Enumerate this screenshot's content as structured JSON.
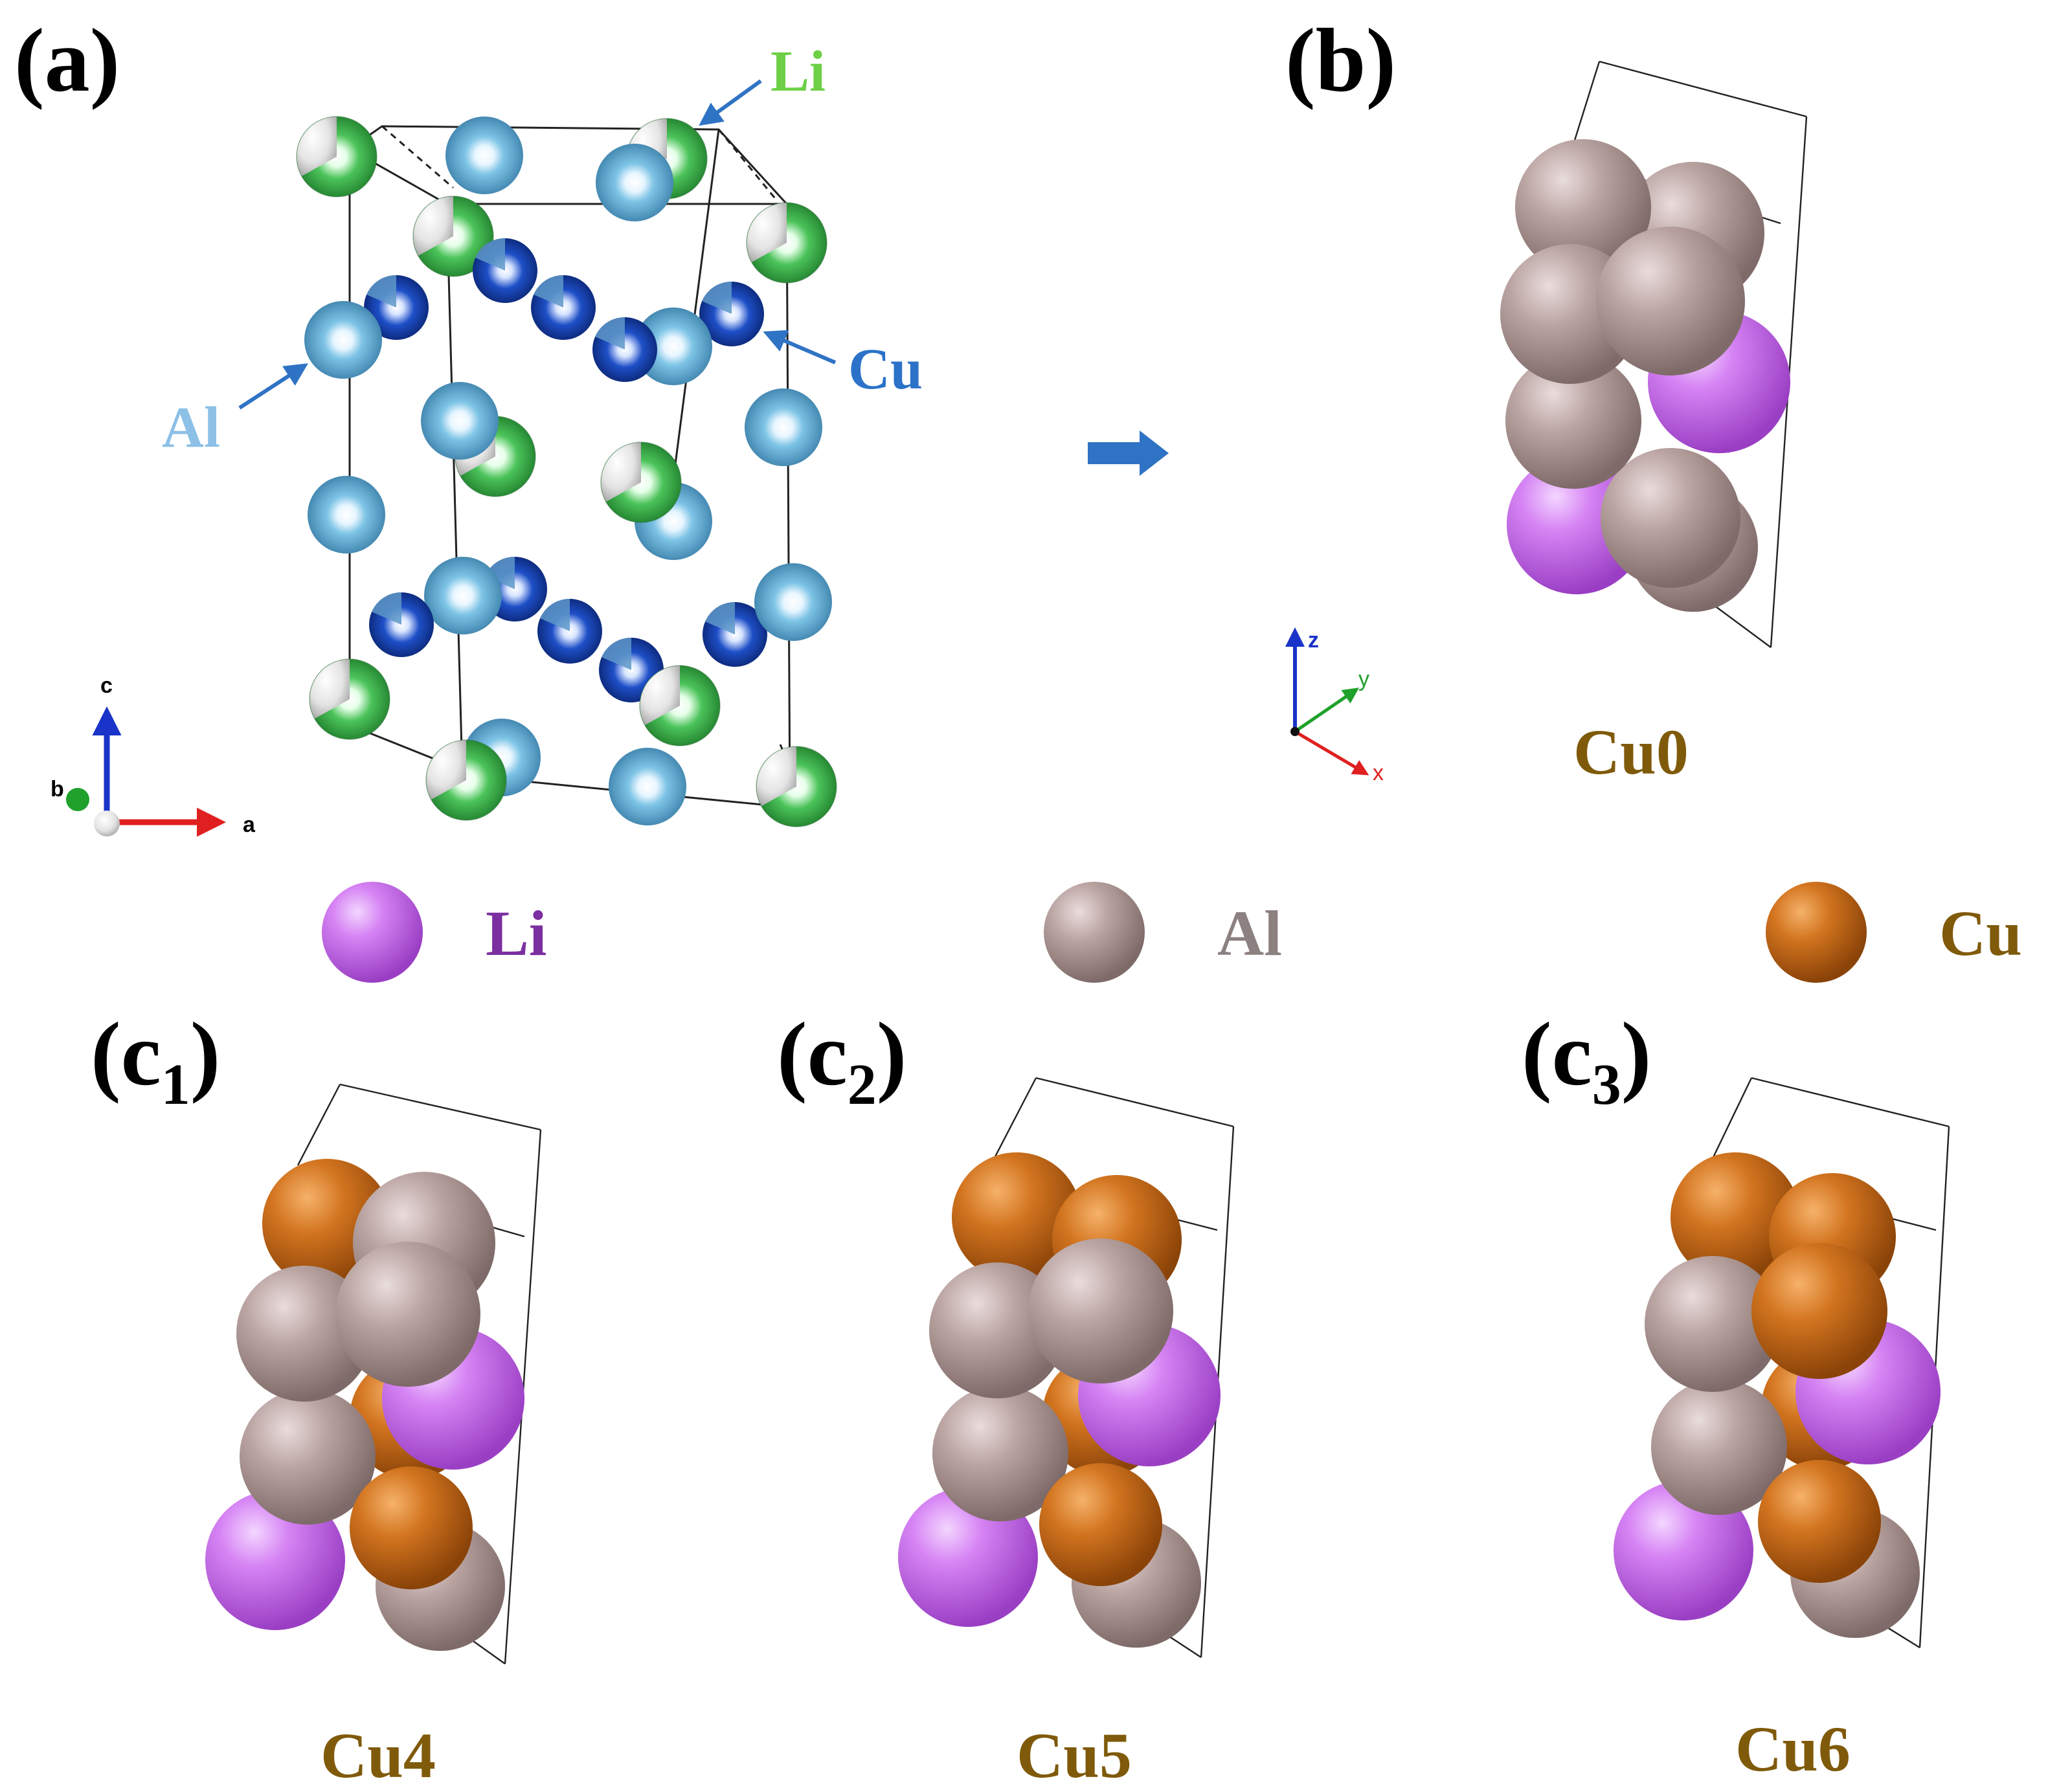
{
  "panels": {
    "a": {
      "label": "(a)"
    },
    "b": {
      "label": "(b)",
      "name": "Cu0"
    },
    "c1": {
      "label_main": "(c",
      "label_sub": "1",
      "label_close": ")",
      "name": "Cu4"
    },
    "c2": {
      "label_main": "(c",
      "label_sub": "2",
      "label_close": ")",
      "name": "Cu5"
    },
    "c3": {
      "label_main": "(c",
      "label_sub": "3",
      "label_close": ")",
      "name": "Cu6"
    }
  },
  "annotations": {
    "li": "Li",
    "al": "Al",
    "cu": "Cu"
  },
  "axes_a": {
    "c": "c",
    "b": "b",
    "a": "a"
  },
  "axes_b": {
    "z": "z",
    "y": "y",
    "x": "x"
  },
  "legend": [
    {
      "label": "Li",
      "color": "#c266e8",
      "text_color": "#7b2fa0"
    },
    {
      "label": "Al",
      "color": "#b8a2a0",
      "text_color": "#8c8080"
    },
    {
      "label": "Cu",
      "color": "#cc6e1a",
      "text_color": "#7f5a0a"
    }
  ],
  "colors": {
    "li_mixed": "#4cc35a",
    "al_site": "#6fb6d8",
    "cu_site": "#1846b8",
    "arrow_blue": "#2f73c4",
    "li_label": "#6dd046",
    "al_label": "#8cc0e6",
    "cu_label": "#2b72c8",
    "struct_name": "#7f5a0a"
  }
}
